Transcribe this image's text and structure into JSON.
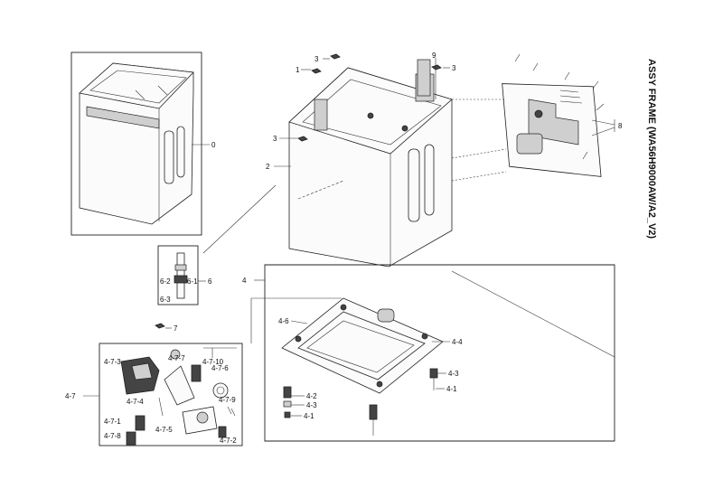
{
  "title": "ASSY FRAME (WA56H9000AW/A2_V2)",
  "callouts": {
    "c0": "0",
    "c1": "1",
    "c2": "2",
    "c3a": "3",
    "c3b": "3",
    "c3c": "3",
    "c4": "4",
    "c8": "8",
    "c9": "9",
    "c6": "6",
    "c6_1": "6-1",
    "c6_2": "6-2",
    "c6_3": "6-3",
    "c7": "7",
    "c4_6": "4-6",
    "c4_4": "4-4",
    "c4_3a": "4-3",
    "c4_1a": "4-1",
    "c4_2": "4-2",
    "c4_3b": "4-3",
    "c4_1b": "4-1",
    "c4_7": "4-7",
    "c4_7_3": "4-7-3",
    "c4_7_7": "4-7-7",
    "c4_7_10": "4-7-10",
    "c4_7_6": "4-7-6",
    "c4_7_4": "4-7-4",
    "c4_7_9": "4-7-9",
    "c4_7_1": "4-7-1",
    "c4_7_5": "4-7-5",
    "c4_7_8": "4-7-8",
    "c4_7_2": "4-7-2"
  }
}
